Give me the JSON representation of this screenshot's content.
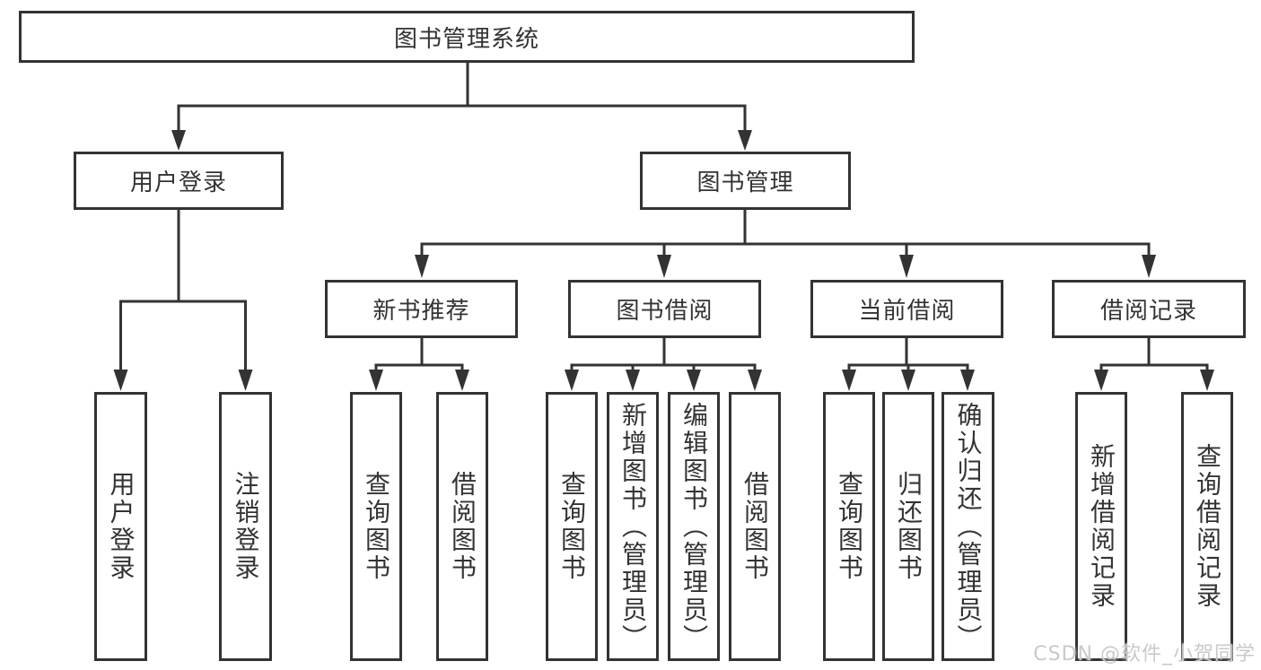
{
  "diagram_title": "图书管理系统",
  "colors": {
    "line": "#333333",
    "text": "#333333",
    "box_bg": "#ffffff",
    "watermark": "#c9c9c9"
  },
  "tree": {
    "label": "图书管理系统",
    "children": [
      {
        "label": "用户登录",
        "children": [
          {
            "label": "用户登录"
          },
          {
            "label": "注销登录"
          }
        ]
      },
      {
        "label": "图书管理",
        "children": [
          {
            "label": "新书推荐",
            "children": [
              {
                "label": "查询图书"
              },
              {
                "label": "借阅图书"
              }
            ]
          },
          {
            "label": "图书借阅",
            "children": [
              {
                "label": "查询图书"
              },
              {
                "label": "新增图书（管理员）"
              },
              {
                "label": "编辑图书（管理员）"
              },
              {
                "label": "借阅图书"
              }
            ]
          },
          {
            "label": "当前借阅",
            "children": [
              {
                "label": "查询图书"
              },
              {
                "label": "归还图书"
              },
              {
                "label": "确认归还（管理员）"
              }
            ]
          },
          {
            "label": "借阅记录",
            "children": [
              {
                "label": "新增借阅记录"
              },
              {
                "label": "查询借阅记录"
              }
            ]
          }
        ]
      }
    ]
  },
  "watermark": "CSDN @软件_小贺同学"
}
